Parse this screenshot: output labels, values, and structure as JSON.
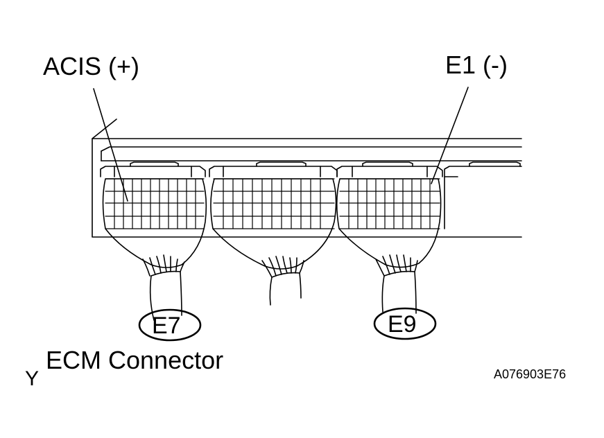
{
  "labels": {
    "acis_pin": "ACIS (+)",
    "e1_pin": "E1 (-)",
    "connector_e7": "E7",
    "connector_e9": "E9",
    "title": "ECM Connector",
    "corner_mark": "Y",
    "figure_code": "A076903E76"
  },
  "style": {
    "line_color": "#000000",
    "background": "#ffffff"
  }
}
